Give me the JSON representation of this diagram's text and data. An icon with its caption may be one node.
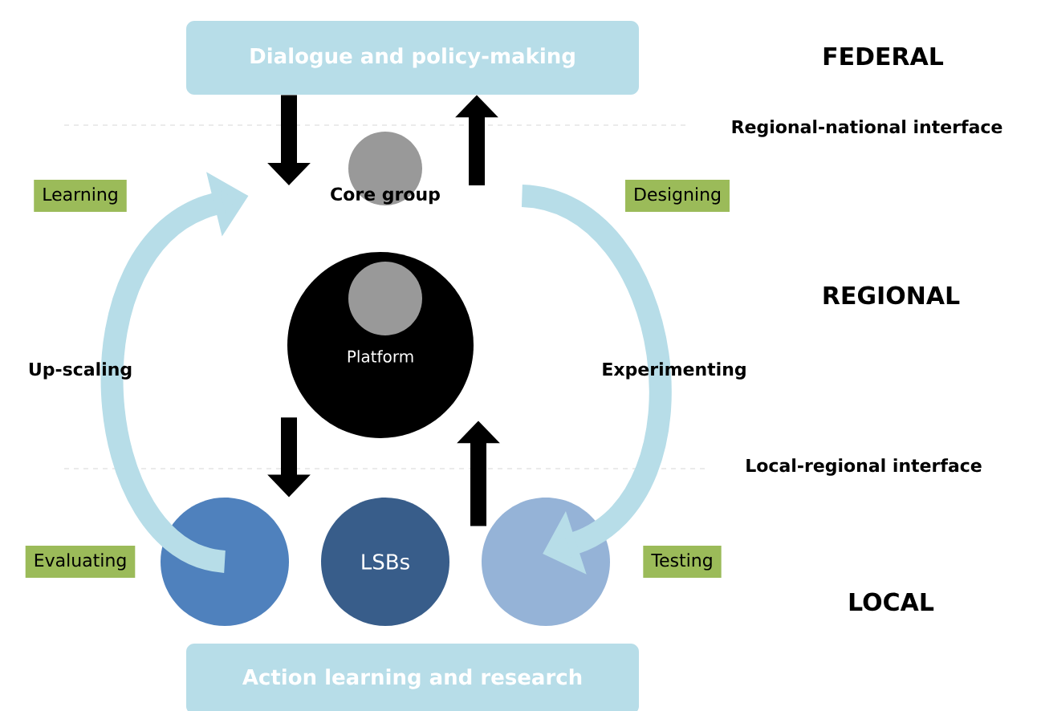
{
  "diagram": {
    "nodes": [
      {
        "text": [
          "Dialogue and policy-making"
        ]
      },
      {
        "text": [
          "Core group"
        ]
      },
      {
        "text": [
          "Platform"
        ]
      },
      {
        "text": [],
        "shape": "circle"
      },
      {
        "text": [
          "LSBs"
        ]
      },
      {
        "text": [],
        "shape": "circle"
      },
      {
        "text": [
          "Action learning and research"
        ]
      },
      {
        "text": [
          "Learning"
        ]
      },
      {
        "text": [
          "Designing"
        ]
      },
      {
        "text": [
          "Evaluating"
        ]
      },
      {
        "text": [
          "Testing"
        ]
      }
    ],
    "edges": [
      {
        "from": 0,
        "to": 1,
        "arrow": "to"
      },
      {
        "from": 1,
        "to": 0,
        "arrow": "to"
      },
      {
        "from": 2,
        "to": 3,
        "arrow": "to"
      },
      {
        "from": 5,
        "to": 2,
        "arrow": "to"
      },
      {
        "from": 3,
        "to": 1,
        "arrow": "to",
        "color": "#b7dde8"
      },
      {
        "from": 1,
        "to": 5,
        "arrow": "to",
        "color": "#b7dde8"
      }
    ],
    "labels": [
      "FEDERAL",
      "Regional-national interface",
      "REGIONAL",
      "Up-scaling",
      "Experimenting",
      "Local-regional interface",
      "LOCAL"
    ]
  }
}
